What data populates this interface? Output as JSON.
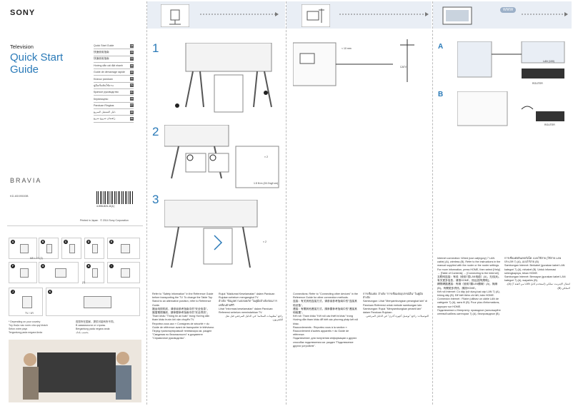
{
  "cover": {
    "brand": "SONY",
    "product": "Television",
    "title_line1": "Quick Start",
    "title_line2": "Guide",
    "series": "BRAVIA",
    "model": "KD-65X9500B",
    "barcode_number": "4-506-824-11(1)",
    "printed": "Printed in Japan",
    "copyright": "© 2014 Sony Corporation",
    "languages": [
      {
        "label": "Quick Start Guide",
        "code": "GB"
      },
      {
        "label": "快速使用指南",
        "code": "CS"
      },
      {
        "label": "快速使用指南",
        "code": "CT"
      },
      {
        "label": "Hướng dẫn cài đặt nhanh",
        "code": "VN"
      },
      {
        "label": "Guide de démarrage rapide",
        "code": "FR"
      },
      {
        "label": "Kılavuz panduan",
        "code": "ID"
      },
      {
        "label": "คู่มือเริ่มต้นใช้งาน",
        "code": "TH"
      },
      {
        "label": "Краткое руководство",
        "code": "RU"
      },
      {
        "label": "Керівництво",
        "code": "UA"
      },
      {
        "label": "Panduan Ringkas",
        "code": "MY"
      },
      {
        "label": "دليل التشغيل السريع",
        "code": "AR"
      },
      {
        "label": "راهنمای شروع سریع",
        "code": "PR"
      }
    ]
  },
  "accessories": {
    "items": [
      "A",
      "B",
      "C",
      "D",
      "E",
      "F",
      "G",
      "H",
      "I",
      "J",
      "K"
    ],
    "qty_d": "M5 x 16 (2)",
    "qty_g": "(2)",
    "label_j": "TV / 1R",
    "notes_left": [
      "* Depending on your country",
      "Tùy thuộc vào nước của quý khách",
      "Selon votre pays",
      "Tergantung pada negara Anda"
    ],
    "notes_right": [
      "视您所在国家，提供可能有所不同。",
      "В зависимости от страны.",
      "Bergantung pada negara anda",
      "بحسب بلدك"
    ]
  },
  "steps": {
    "s1": "1",
    "s2": "2",
    "s3": "3",
    "screw_note": "× 2",
    "screw_note2": "× 2",
    "screw_spec": "1.5 N·m (15.3 kgf·cm)"
  },
  "network": {
    "dist_label": "< 10 mm",
    "catv": "CATV",
    "a": "A",
    "b": "B",
    "lan": "LAN (100)",
    "router": "ROUTER",
    "router2": "ROUTER",
    "www": "WWW"
  },
  "texts": {
    "col1": "Refer to \"Safety information\" in the Reference Guide before transporting the TV. To change the Table Top Stand to an alternative position, refer to Reference Guide.",
    "col1_cn": "搬运电视机前，请参阅参考指南中的\"安全信息\"。",
    "col1_tw": "搬運電視機前，請參閱參考指南中的\"安全資訊\"。",
    "col1_vn": "Tham khảo \"Thông tin an toàn\" trong Hướng dẫn tham khảo trước khi vận chuyển TV.",
    "col1_fr": "Reportez-vous aux « Consignes de sécurité » du Guide de référence avant de transporter le téléviseur.",
    "col1_ru": "Перед транспортировкой телевизора см. раздел \"Сведения по безопасности\" в документе \"Справочное руководство\".",
    "col2": "Rujuk \"Maklumat Keselamatan\" dalam Panduan Rujukan sebelum mengangkut TV.",
    "col2_th": "อ้างอิง \"ข้อมูลความปลอดภัย\" ในคู่มืออ้างอิงก่อนการเคลื่อนย้ายทีวี",
    "col2_id": "Lihat \"Informasi keselamatan\" dalam Panduan Referensi sebelum memindahkan TV.",
    "col2_ar": "راجع \"معلومات السلامة\" في الدليل المرجعي قبل نقل التلفزيون.",
    "col3": "Connections: Refer to \"Connecting other devices\" in the Reference Guide for other connection methods.",
    "col3_cn": "连接：有关其他连接方式，请参阅参考指南中的\"连接其他设备\"。",
    "col3_tw": "連接：有關其他連接方式，請參閱參考指南中的\"連接其他裝置\"。",
    "col3_vn": "Kết nối: Tham khảo \"Kết nối các thiết bị khác\" trong Hướng dẫn tham khảo để biết các phương pháp kết nối khác.",
    "col3_fr": "Raccordements : Reportez-vous à la section « Raccordement d'autres appareils » du Guide de référence.",
    "col3_ru": "Подключение: для получения информации о других способах подключения см. раздел \"Подключение других устройств\".",
    "col4": "การเชื่อมต่อ: อ้างอิง \"การเชื่อมต่ออุปกรณ์อื่น\" ในคู่มืออ้างอิง",
    "col4_id": "Sambungan: Lihat \"Menyambungkan perangkat lain\" di Panduan Referensi untuk metode sambungan lain.",
    "col4_my": "Sambungan: Rujuk \"Menyambungkan peranti lain\" dalam Panduan Rujukan.",
    "col4_ar": "التوصيلات: راجع \"توصيل أجهزة أخرى\" في الدليل المرجعي.",
    "col5": "Internet connection: Wired (use cat(egory) 7 LAN cable) (A), wireless (B). Refer to the instructions in the manual supplied with the router or the router settings. For more information, press HOME, then select [Help] → [Table of Contents] → [Connecting to the Internet].",
    "col5_cn": "互联网连接：有线（使用7类LAN电缆）(A)，无线(B)。有关更多信息，请按HOME，然后选择[帮助]。",
    "col5_tw": "網際網路連接：有線（使用7類LAN纜線）(A)，無線(B)。有關更多資訊，請按HOME。",
    "col5_vn": "Kết nối Internet: Có dây (sử dụng loại cáp LAN 7) (A), không dây (B). Để biết thêm chi tiết, bấm HOME.",
    "col5_fr": "Connexion Internet : Filaire (utilisez un câble LAN de catégorie 7) (A), sans fil (B). Pour plus d'informations, appuyez sur HOME.",
    "col5_ru": "Подключение к Интернету: проводное (используйте сетевой кабель категории 7) (A), беспроводное (B).",
    "col6": "การเชื่อมต่ออินเทอร์เน็ต: แบบใช้สาย (ใช้สาย LAN ประเภท 7) (A), แบบไร้สาย (B)",
    "col6_id": "Sambungan Internet: Berkabel (gunakan kabel LAN kategori 7) (A), nirkabel (B). Untuk informasi selengkapnya, tekan HOME.",
    "col6_my": "Sambungan Internet: Berwayar (gunakan kabel LAN kategori 7) (A), wayarles (B).",
    "col6_ar": "اتصال الإنترنت: سلكي (استخدم كابل LAN من الفئة 7) (A)، لاسلكي (B)."
  }
}
